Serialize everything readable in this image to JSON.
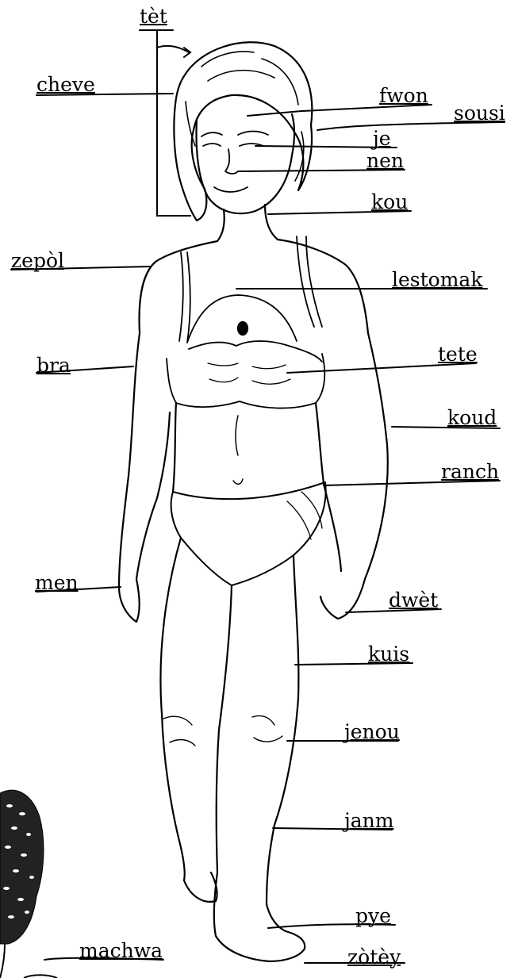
{
  "diagram": {
    "labels": {
      "tet": "tèt",
      "cheve": "cheve",
      "fwon": "fwon",
      "sousi": "sousi",
      "je": "je",
      "nen": "nen",
      "kou": "kou",
      "zepol": "zepòl",
      "lestomak": "lestomak",
      "bra": "bra",
      "tete": "tete",
      "koud": "koud",
      "ranch": "ranch",
      "men": "men",
      "dwet": "dwèt",
      "kuis": "kuis",
      "jenou": "jenou",
      "janm": "janm",
      "pye": "pye",
      "machwa": "machwa",
      "zotey": "zòtèy"
    }
  }
}
